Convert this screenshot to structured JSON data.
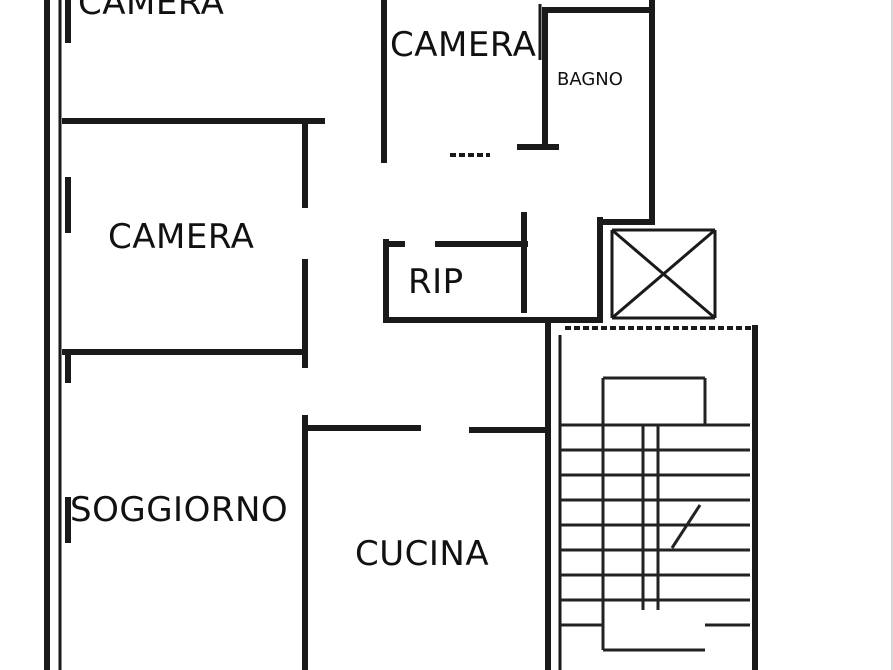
{
  "rooms": {
    "camera_top_left": "CAMERA",
    "camera_top_center": "CAMERA",
    "bagno": "BAGNO",
    "camera_left": "CAMERA",
    "rip": "RIP",
    "soggiorno": "SOGGIORNO",
    "cucina": "CUCINA"
  }
}
